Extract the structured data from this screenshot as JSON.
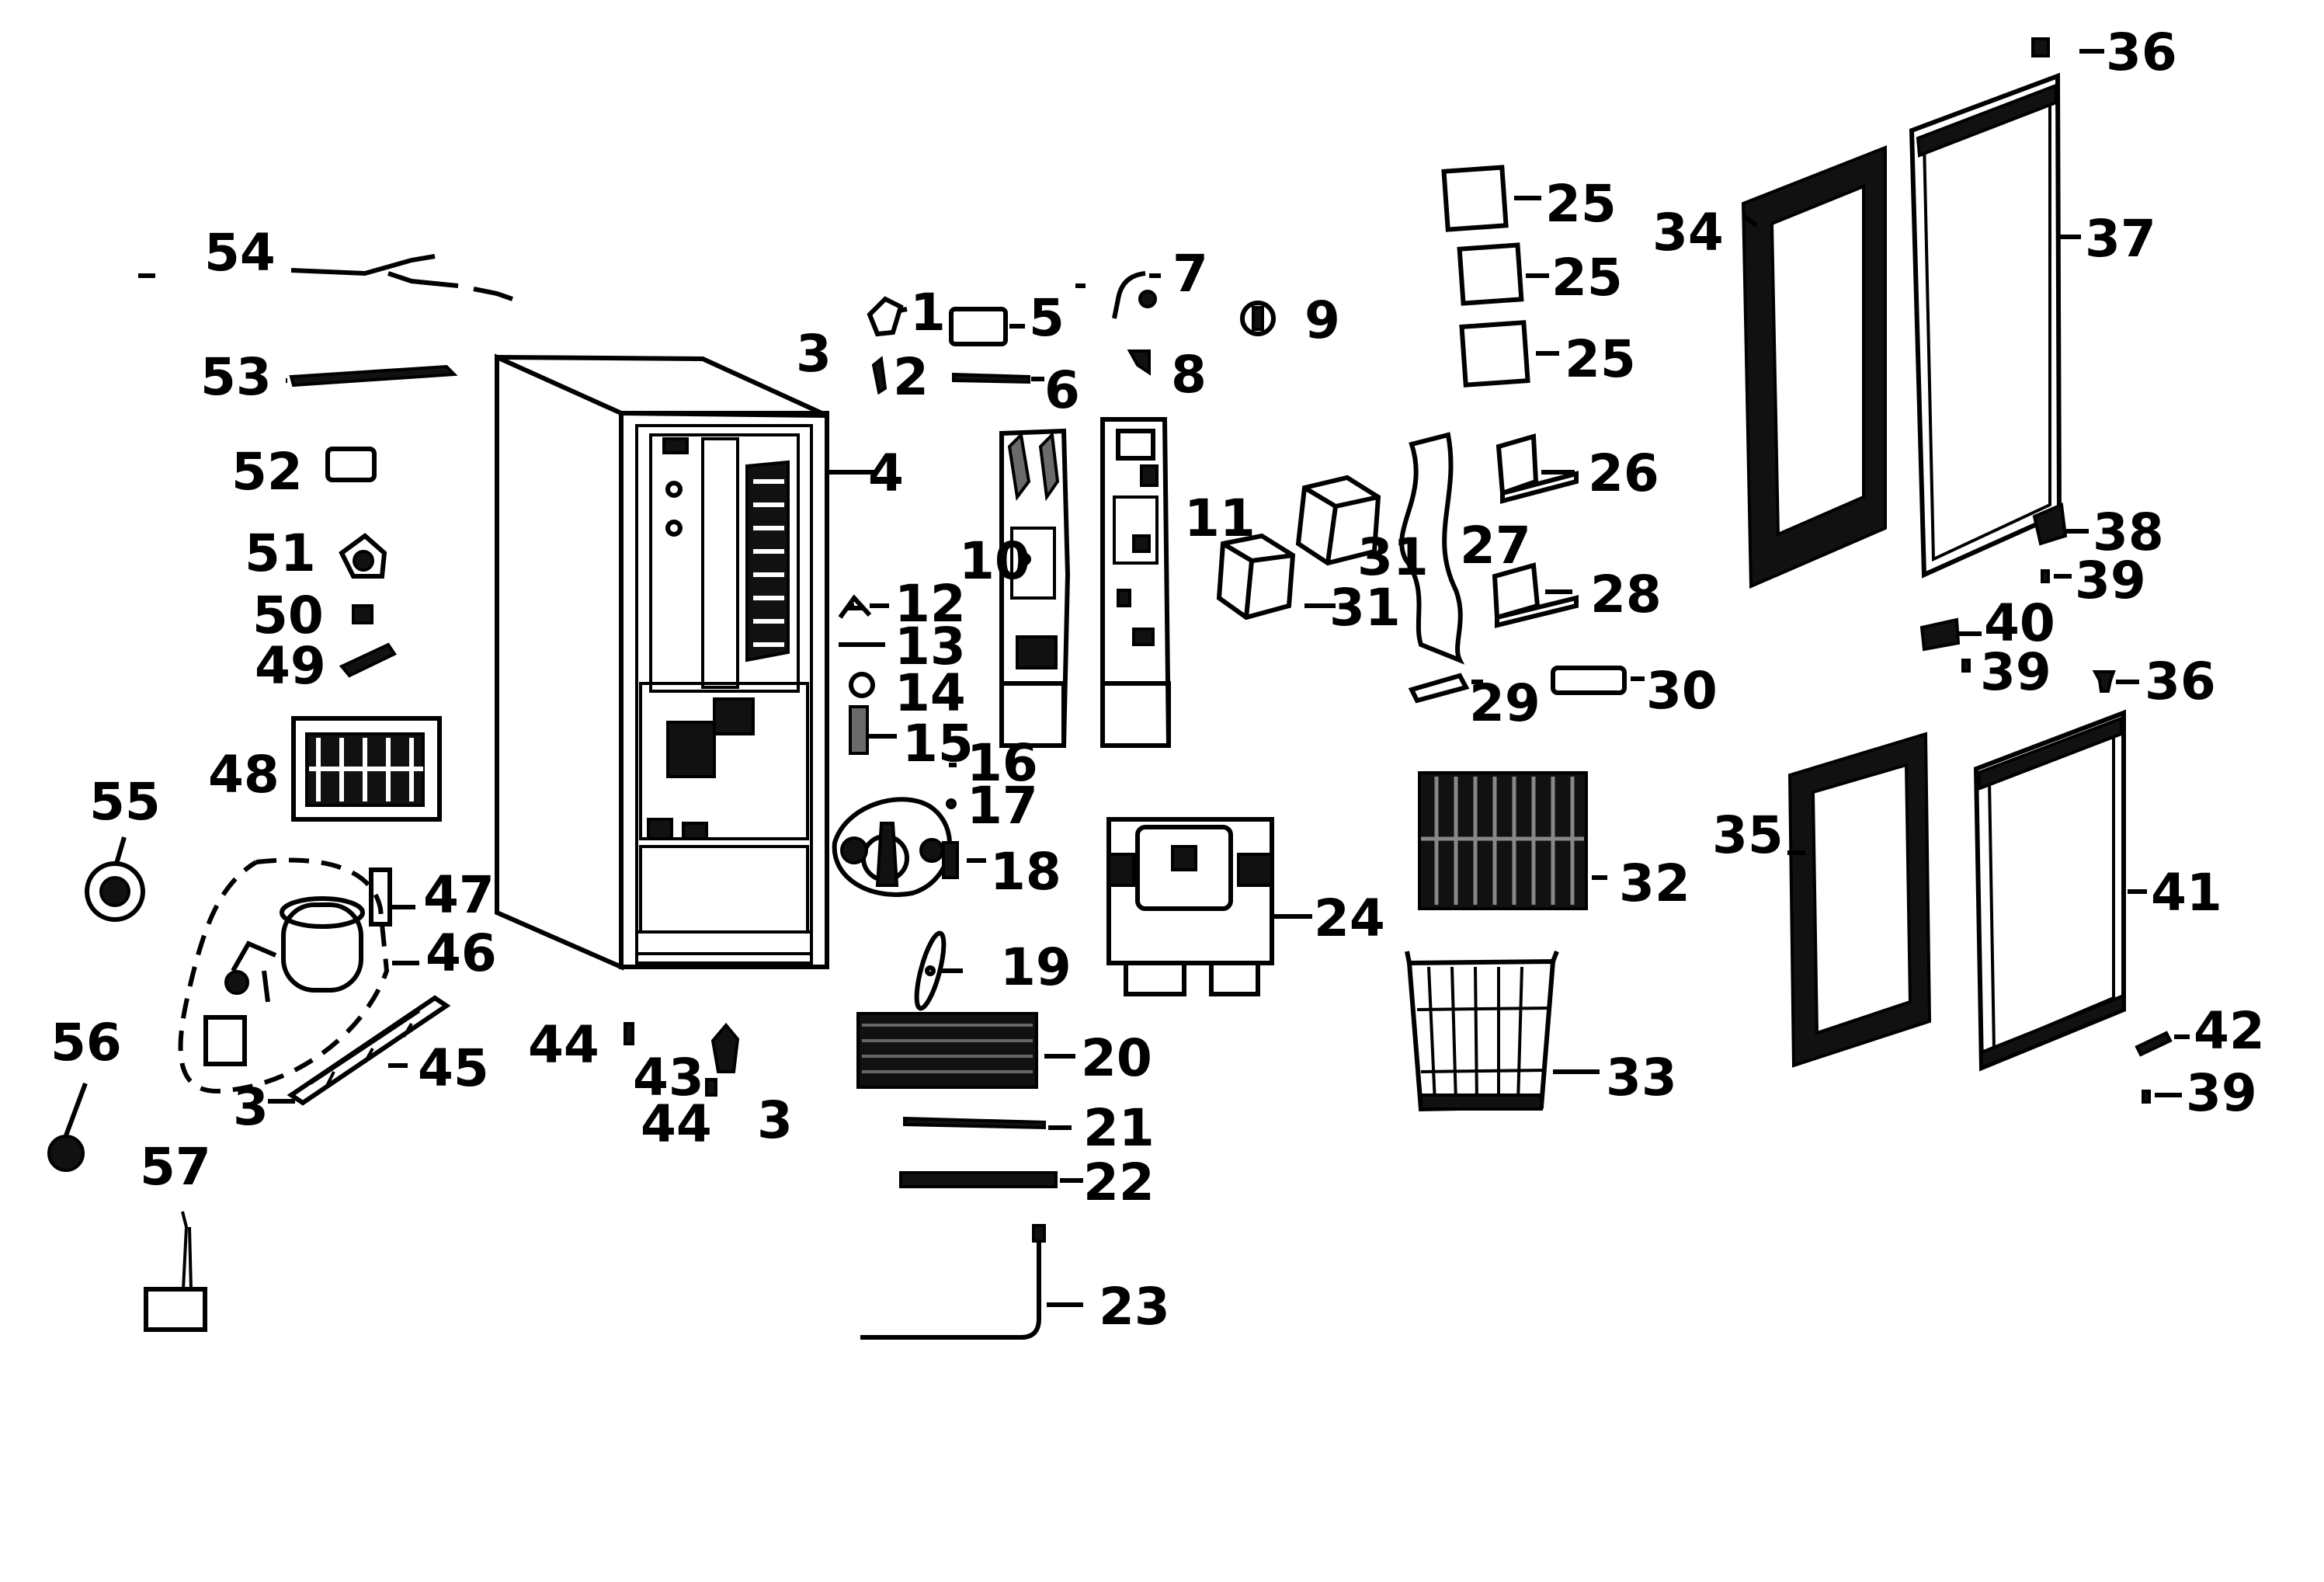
{
  "diagram": {
    "labels": [
      {
        "id": "l54",
        "text": "54"
      },
      {
        "id": "l53",
        "text": "53"
      },
      {
        "id": "l52",
        "text": "52"
      },
      {
        "id": "l51",
        "text": "51"
      },
      {
        "id": "l50",
        "text": "50"
      },
      {
        "id": "l49",
        "text": "49"
      },
      {
        "id": "l48",
        "text": "48"
      },
      {
        "id": "l55",
        "text": "55"
      },
      {
        "id": "l56",
        "text": "56"
      },
      {
        "id": "l57",
        "text": "57"
      },
      {
        "id": "l47",
        "text": "47"
      },
      {
        "id": "l46",
        "text": "46"
      },
      {
        "id": "l45",
        "text": "45"
      },
      {
        "id": "l3a",
        "text": "3"
      },
      {
        "id": "l44a",
        "text": "44"
      },
      {
        "id": "l43",
        "text": "43"
      },
      {
        "id": "l44b",
        "text": "44"
      },
      {
        "id": "l3b",
        "text": "3"
      },
      {
        "id": "l4",
        "text": "4"
      },
      {
        "id": "l1",
        "text": "1"
      },
      {
        "id": "l3c",
        "text": "3"
      },
      {
        "id": "l2",
        "text": "2"
      },
      {
        "id": "l5",
        "text": "5"
      },
      {
        "id": "l6",
        "text": "6"
      },
      {
        "id": "l7",
        "text": "7"
      },
      {
        "id": "l8",
        "text": "8"
      },
      {
        "id": "l9",
        "text": "9"
      },
      {
        "id": "l10",
        "text": "10"
      },
      {
        "id": "l11",
        "text": "11"
      },
      {
        "id": "l12",
        "text": "12"
      },
      {
        "id": "l13",
        "text": "13"
      },
      {
        "id": "l14",
        "text": "14"
      },
      {
        "id": "l15",
        "text": "15"
      },
      {
        "id": "l16",
        "text": "16"
      },
      {
        "id": "l17",
        "text": "17"
      },
      {
        "id": "l18",
        "text": "18"
      },
      {
        "id": "l19",
        "text": "19"
      },
      {
        "id": "l20",
        "text": "20"
      },
      {
        "id": "l21",
        "text": "21"
      },
      {
        "id": "l22",
        "text": "22"
      },
      {
        "id": "l23",
        "text": "23"
      },
      {
        "id": "l24",
        "text": "24"
      },
      {
        "id": "l25a",
        "text": "25"
      },
      {
        "id": "l25b",
        "text": "25"
      },
      {
        "id": "l25c",
        "text": "25"
      },
      {
        "id": "l26",
        "text": "26"
      },
      {
        "id": "l27",
        "text": "27"
      },
      {
        "id": "l28",
        "text": "28"
      },
      {
        "id": "l29",
        "text": "29"
      },
      {
        "id": "l30",
        "text": "30"
      },
      {
        "id": "l31a",
        "text": "31"
      },
      {
        "id": "l31b",
        "text": "31"
      },
      {
        "id": "l32",
        "text": "32"
      },
      {
        "id": "l33",
        "text": "33"
      },
      {
        "id": "l34",
        "text": "34"
      },
      {
        "id": "l35",
        "text": "35"
      },
      {
        "id": "l36a",
        "text": "36"
      },
      {
        "id": "l37",
        "text": "37"
      },
      {
        "id": "l38",
        "text": "38"
      },
      {
        "id": "l39a",
        "text": "39"
      },
      {
        "id": "l40",
        "text": "40"
      },
      {
        "id": "l39b",
        "text": "39"
      },
      {
        "id": "l36b",
        "text": "36"
      },
      {
        "id": "l41",
        "text": "41"
      },
      {
        "id": "l42",
        "text": "42"
      },
      {
        "id": "l39c",
        "text": "39"
      }
    ]
  }
}
